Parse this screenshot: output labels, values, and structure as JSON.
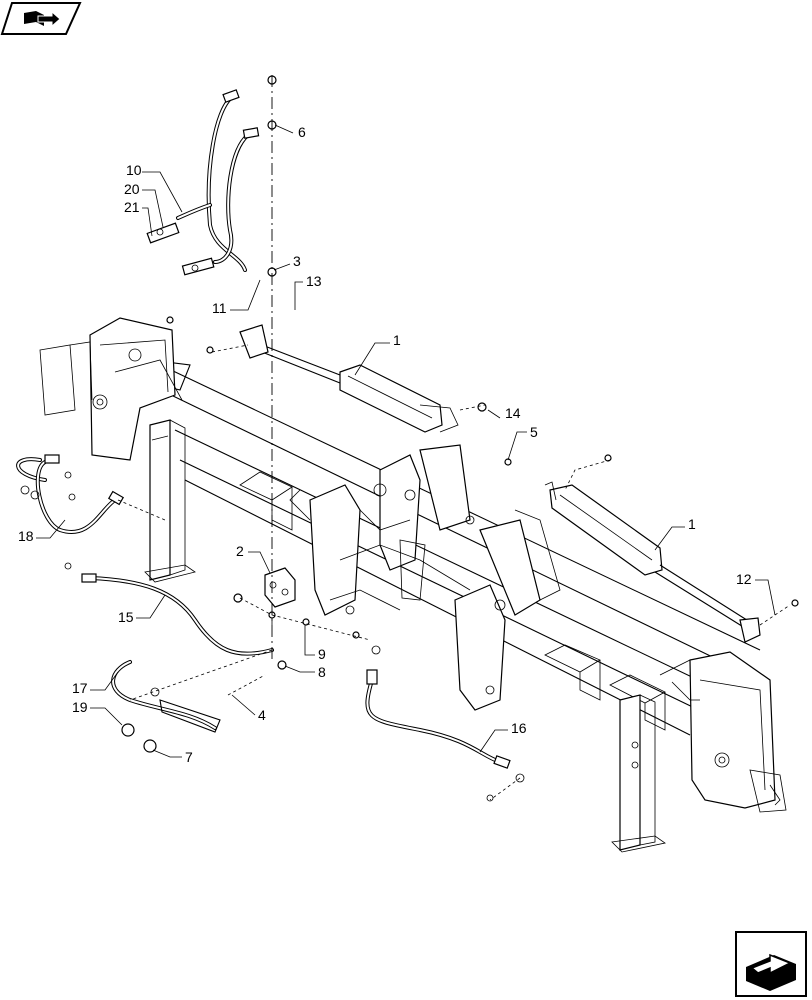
{
  "header": {
    "icon": "book-arrow-icon"
  },
  "footer": {
    "icon": "next-page-arrow-icon"
  },
  "callouts": [
    {
      "id": "c6",
      "text": "6"
    },
    {
      "id": "c10",
      "text": "10"
    },
    {
      "id": "c20",
      "text": "20"
    },
    {
      "id": "c21",
      "text": "21"
    },
    {
      "id": "c3",
      "text": "3"
    },
    {
      "id": "c13",
      "text": "13"
    },
    {
      "id": "c11",
      "text": "11"
    },
    {
      "id": "c1a",
      "text": "1"
    },
    {
      "id": "c14",
      "text": "14"
    },
    {
      "id": "c5",
      "text": "5"
    },
    {
      "id": "c1b",
      "text": "1"
    },
    {
      "id": "c18",
      "text": "18"
    },
    {
      "id": "c2",
      "text": "2"
    },
    {
      "id": "c12",
      "text": "12"
    },
    {
      "id": "c15",
      "text": "15"
    },
    {
      "id": "c9",
      "text": "9"
    },
    {
      "id": "c8",
      "text": "8"
    },
    {
      "id": "c17",
      "text": "17"
    },
    {
      "id": "c19",
      "text": "19"
    },
    {
      "id": "c4",
      "text": "4"
    },
    {
      "id": "c16",
      "text": "16"
    },
    {
      "id": "c7",
      "text": "7"
    }
  ]
}
